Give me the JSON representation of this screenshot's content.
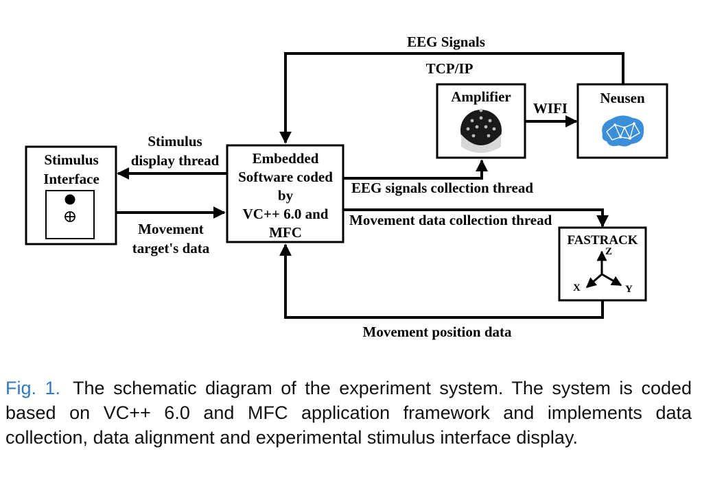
{
  "nodes": {
    "stimulus": {
      "title_line1": "Stimulus",
      "title_line2": "Interface"
    },
    "software": {
      "line1": "Embedded",
      "line2": "Software coded",
      "line3": "by",
      "line4": "VC++ 6.0 and",
      "line5": "MFC"
    },
    "amplifier": {
      "title": "Amplifier"
    },
    "neusen": {
      "title": "Neusen"
    },
    "fastrack": {
      "title": "FASTRACK",
      "axis_z": "Z",
      "axis_x": "X",
      "axis_y": "Y"
    }
  },
  "edges": {
    "eeg_signals": "EEG Signals",
    "tcp_ip": "TCP/IP",
    "wifi": "WIFI",
    "stimulus_thread_line1": "Stimulus",
    "stimulus_thread_line2": "display thread",
    "movement_target_line1": "Movement",
    "movement_target_line2": "target's data",
    "eeg_collection": "EEG signals collection thread",
    "movement_collection": "Movement data collection thread",
    "movement_position": "Movement position data"
  },
  "caption": {
    "label": "Fig. 1.",
    "text": "The schematic diagram of the experiment system. The system is coded based on VC++ 6.0 and MFC application framework and implements data collection, data alignment and experimental stimulus interface display."
  },
  "colors": {
    "caption_label": "#2f79c3",
    "brain_icon": "#3a8fd8"
  }
}
